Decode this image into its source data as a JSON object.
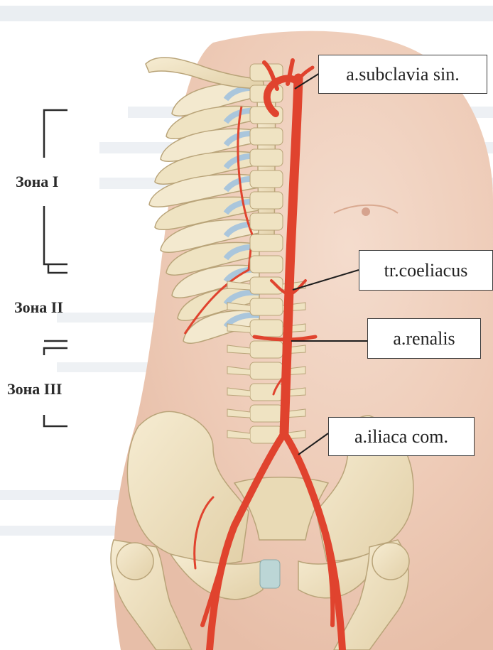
{
  "zones": {
    "zone1": "Зона I",
    "zone2": "Зона II",
    "zone3": "Зона III"
  },
  "callouts": {
    "subclavia": "a.subclavia  sin.",
    "coeliacus": "tr.coeliacus",
    "renalis": "a.renalis",
    "iliaca": "a.iliaca com."
  },
  "colors": {
    "artery": "#e0432e",
    "bone": "#efe3c2",
    "skin": "#f1d6c6",
    "cartilage": "#c9dcea"
  }
}
